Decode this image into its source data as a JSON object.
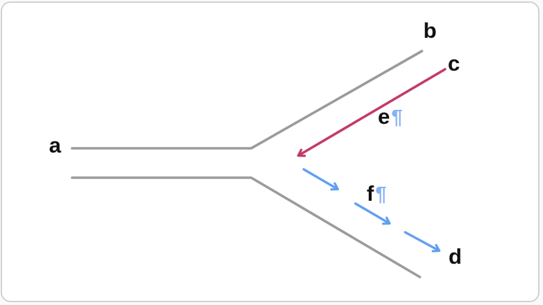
{
  "diagram": {
    "kind": "fork-diagram",
    "labels": {
      "a": "a",
      "b": "b",
      "c": "c",
      "d": "d",
      "e": "e",
      "f": "f",
      "e_mark": "¶",
      "f_mark": "¶"
    },
    "colors": {
      "branch_line": "#9b9b9b",
      "crimson_arrow": "#c23b68",
      "blue_arrow": "#60a0f0",
      "pilcrow": "#86b2f8",
      "label_text": "#111111",
      "card_border": "#d2d2d2",
      "background": "#ffffff"
    }
  }
}
